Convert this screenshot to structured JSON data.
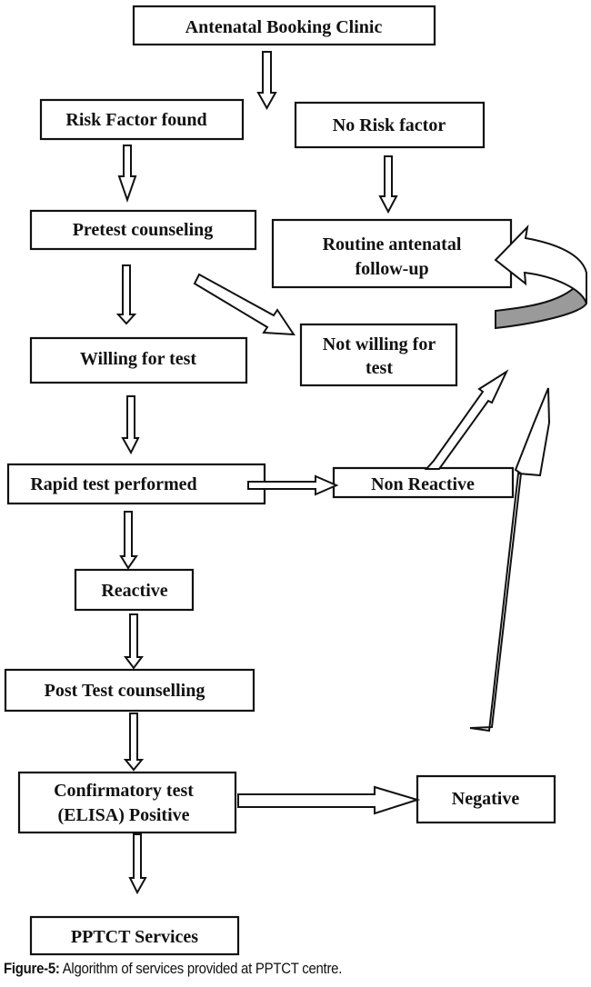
{
  "figure": {
    "caption_label": "Figure-5:",
    "caption_text": " Algorithm of services provided at PPTCT centre."
  },
  "nodes": {
    "antenatal_booking": {
      "lines": [
        "Antenatal Booking Clinic"
      ]
    },
    "risk_found": {
      "lines": [
        "Risk Factor found"
      ]
    },
    "no_risk": {
      "lines": [
        "No Risk factor"
      ]
    },
    "pretest": {
      "lines": [
        "Pretest counseling"
      ]
    },
    "routine": {
      "lines": [
        "Routine antenatal",
        "follow-up"
      ]
    },
    "willing": {
      "lines": [
        "Willing for test"
      ]
    },
    "not_willing": {
      "lines": [
        "Not willing for",
        "test"
      ]
    },
    "rapid": {
      "lines": [
        "Rapid test performed"
      ]
    },
    "non_reactive": {
      "lines": [
        "Non Reactive"
      ]
    },
    "reactive": {
      "lines": [
        "Reactive"
      ]
    },
    "post_test": {
      "lines": [
        "Post Test counselling"
      ]
    },
    "confirmatory": {
      "lines": [
        "Confirmatory test",
        "(ELISA) Positive"
      ]
    },
    "negative": {
      "lines": [
        "Negative"
      ]
    },
    "pptct": {
      "lines": [
        "PPTCT Services"
      ]
    }
  },
  "edges": [
    {
      "from": "antenatal_booking",
      "to": "risk_found/no_risk"
    },
    {
      "from": "risk_found",
      "to": "pretest"
    },
    {
      "from": "no_risk",
      "to": "routine"
    },
    {
      "from": "pretest",
      "to": "willing"
    },
    {
      "from": "pretest",
      "to": "not_willing"
    },
    {
      "from": "not_willing",
      "to": "routine",
      "style": "curved"
    },
    {
      "from": "willing",
      "to": "rapid"
    },
    {
      "from": "rapid",
      "to": "non_reactive"
    },
    {
      "from": "non_reactive",
      "to": "routine"
    },
    {
      "from": "rapid",
      "to": "reactive"
    },
    {
      "from": "reactive",
      "to": "post_test"
    },
    {
      "from": "post_test",
      "to": "confirmatory"
    },
    {
      "from": "confirmatory",
      "to": "negative"
    },
    {
      "from": "negative",
      "to": "routine"
    },
    {
      "from": "confirmatory",
      "to": "pptct"
    }
  ],
  "colors": {
    "stroke": "#111111",
    "curved_arrow_shade": "#9a9a9a"
  }
}
